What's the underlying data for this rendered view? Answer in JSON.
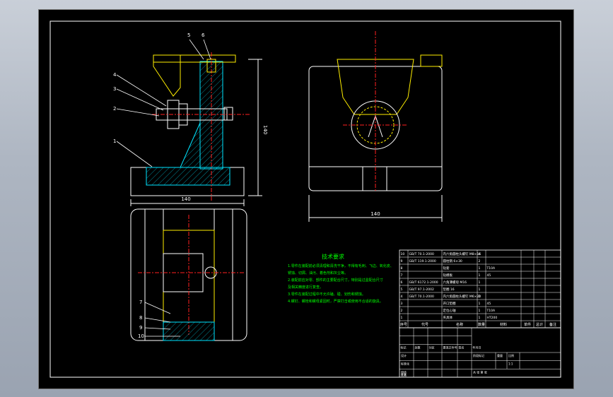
{
  "colors": {
    "background": "#000000",
    "outline": "#ffffff",
    "center": "#ff2020",
    "yellow": "#ffee00",
    "green": "#00ff00",
    "cyan": "#00e5ff",
    "hatch": "#00e5ff"
  },
  "balloons": [
    "1",
    "2",
    "3",
    "4",
    "5",
    "6",
    "7",
    "8",
    "9",
    "10"
  ],
  "dims": {
    "width_front": "140",
    "height_front": "140",
    "width_side": "140"
  },
  "notes": {
    "title": "技术要求",
    "lines": [
      "1.零件在装配前必须清理和清洗干净，不得有毛刺、飞边、氧化皮、",
      "锈蚀、切屑、油污、着色剂和灰尘等。",
      "2.装配前应对零、部件的主要配合尺寸，特别是过盈配合尺寸",
      "及相关精度进行复查。",
      "3.零件在装配过程中不允许磕、碰、划伤和锈蚀。",
      "4.螺钉、螺栓和螺母紧固时，严禁打击或使用不合适的旋具。"
    ]
  },
  "bom": {
    "header": [
      "序号",
      "代号",
      "名称",
      "数量",
      "材料",
      "单件",
      "总计",
      "备注"
    ],
    "rows": [
      [
        "10",
        "GB/T 70.1-2000",
        "内六角圆柱头螺钉 M8×16",
        "4",
        "",
        "",
        "",
        ""
      ],
      [
        "9",
        "GB/T 119.1-2000",
        "圆柱销 6×30",
        "2",
        "",
        "",
        "",
        ""
      ],
      [
        "8",
        "",
        "钻套",
        "1",
        "T10A",
        "",
        "",
        ""
      ],
      [
        "7",
        "",
        "钻模板",
        "1",
        "45",
        "",
        "",
        ""
      ],
      [
        "6",
        "GB/T 6172.1-2000",
        "六角薄螺母 M16",
        "1",
        "",
        "",
        "",
        ""
      ],
      [
        "5",
        "GB/T 97.1-2002",
        "垫圈 16",
        "1",
        "",
        "",
        "",
        ""
      ],
      [
        "4",
        "GB/T 70.1-2000",
        "内六角圆柱头螺钉 M6×20",
        "2",
        "",
        "",
        "",
        ""
      ],
      [
        "3",
        "",
        "开口垫圈",
        "1",
        "45",
        "",
        "",
        ""
      ],
      [
        "2",
        "",
        "定位心轴",
        "1",
        "T10A",
        "",
        "",
        ""
      ],
      [
        "1",
        "",
        "夹具体",
        "1",
        "HT200",
        "",
        "",
        ""
      ]
    ]
  },
  "title_block": {
    "labels": [
      "标记",
      "处数",
      "分区",
      "更改文件号",
      "签名",
      "年月日"
    ],
    "roles": [
      "设计",
      "标准化",
      "审核",
      "工艺",
      "批准"
    ],
    "stage": "阶段标记",
    "weight": "重量",
    "scale": "比例",
    "scale_value": "1:1",
    "sheet": "共 张 第 张"
  }
}
